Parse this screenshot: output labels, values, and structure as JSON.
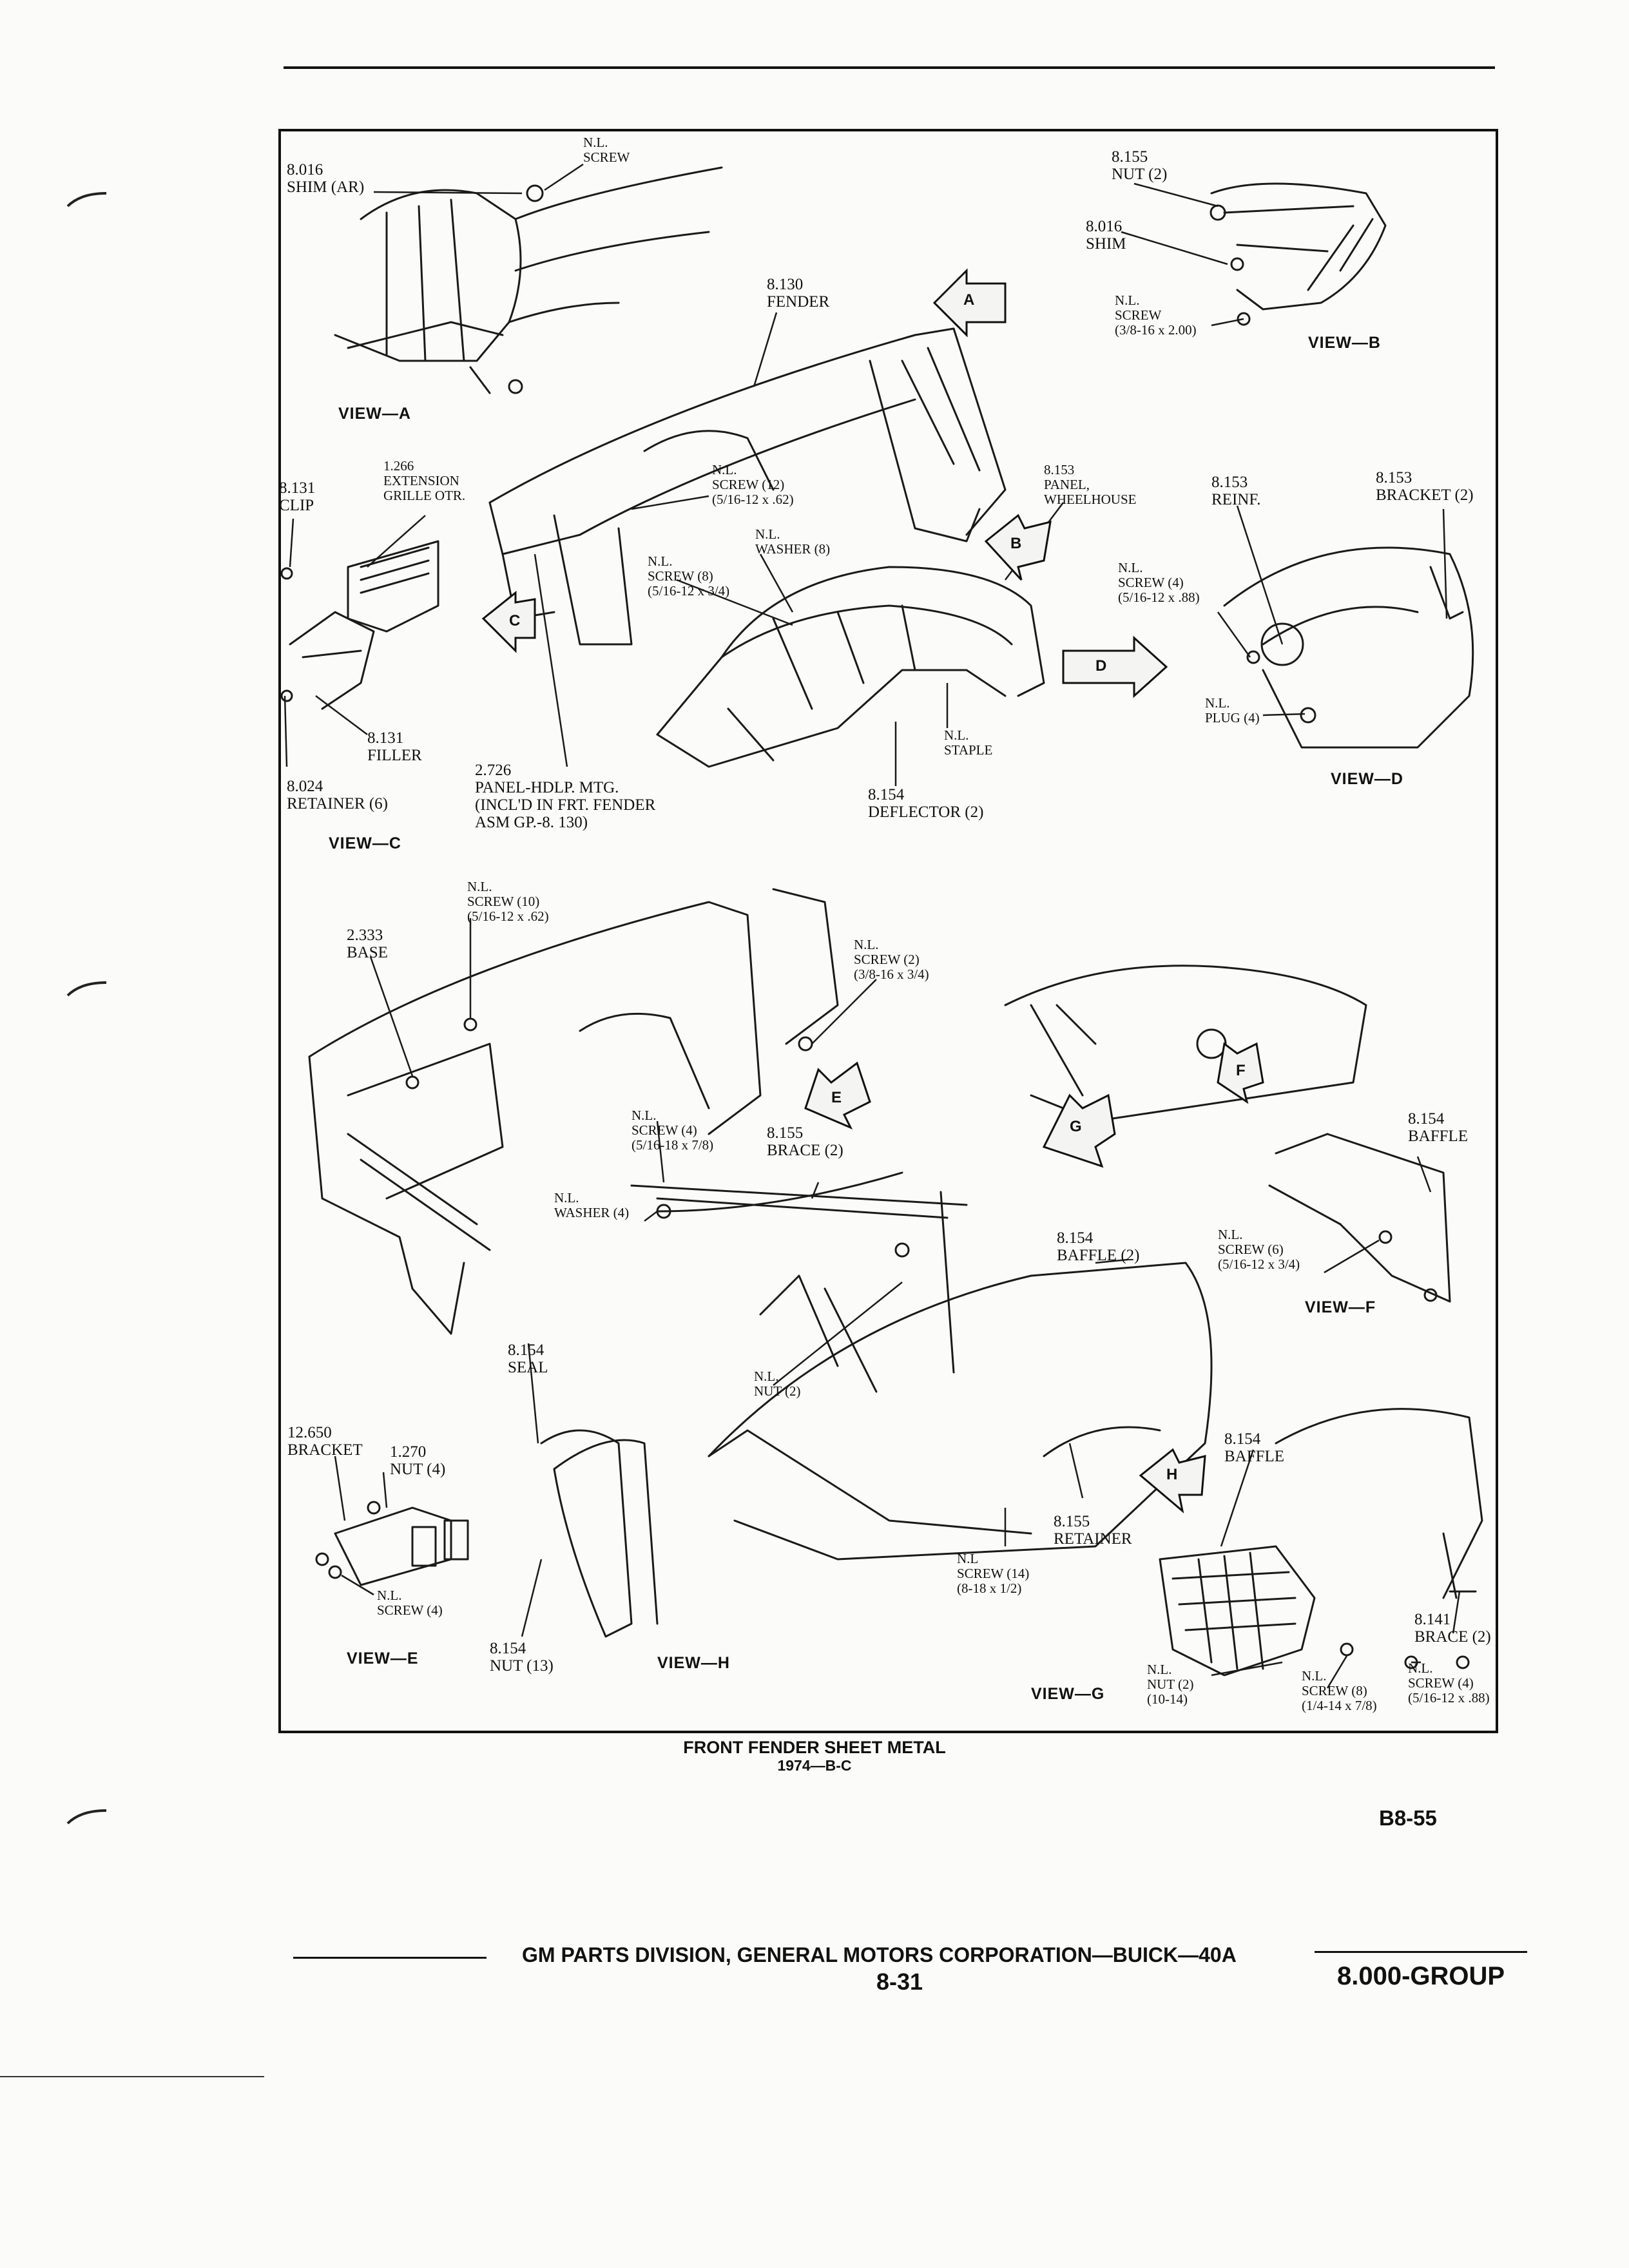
{
  "figure": {
    "title": "FRONT FENDER SHEET METAL",
    "subtitle": "1974—B-C",
    "page_code": "B8-55"
  },
  "footer": {
    "division": "GM PARTS DIVISION, GENERAL MOTORS CORPORATION—BUICK—40A",
    "page": "8-31",
    "group": "8.000-GROUP"
  },
  "views": {
    "a": "VIEW—A",
    "b": "VIEW—B",
    "c": "VIEW—C",
    "d": "VIEW—D",
    "e": "VIEW—E",
    "f": "VIEW—F",
    "g": "VIEW—G",
    "h": "VIEW—H"
  },
  "view_markers": [
    "A",
    "B",
    "C",
    "D",
    "E",
    "F",
    "G",
    "H"
  ],
  "callouts": {
    "shim_ar": "8.016\nSHIM (AR)",
    "nl_screw_a": "N.L.\nSCREW",
    "fender": "8.130\nFENDER",
    "nut_b": "8.155\nNUT (2)",
    "shim_b": "8.016\nSHIM",
    "screw_b": "N.L.\nSCREW\n(3/8-16 x 2.00)",
    "clip": "8.131\nCLIP",
    "extension": "1.266\nEXTENSION\nGRILLE OTR.",
    "screw_12": "N.L.\nSCREW (12)\n(5/16-12 x .62)",
    "washer_8": "N.L.\nWASHER (8)",
    "screw_8": "N.L.\nSCREW (8)\n(5/16-12 x 3/4)",
    "panel_wheelhouse": "8.153\nPANEL,\nWHEELHOUSE",
    "reinf": "8.153\nREINF.",
    "bracket_2_d": "8.153\nBRACKET (2)",
    "screw_4_d": "N.L.\nSCREW (4)\n(5/16-12 x .88)",
    "plug_4": "N.L.\nPLUG (4)",
    "staple": "N.L.\nSTAPLE",
    "filler": "8.131\nFILLER",
    "retainer_6": "8.024\nRETAINER (6)",
    "panel_hdlp": "2.726\nPANEL-HDLP. MTG.\n(INCL'D IN FRT. FENDER\nASM GP.-8. 130)",
    "deflector": "8.154\nDEFLECTOR (2)",
    "screw_10": "N.L.\nSCREW (10)\n(5/16-12 x .62)",
    "base": "2.333\nBASE",
    "screw_2_e": "N.L.\nSCREW (2)\n(3/8-16 x 3/4)",
    "screw_4_mid": "N.L.\nSCREW (4)\n(5/16-18 x 7/8)",
    "brace_2": "8.155\nBRACE (2)",
    "washer_4": "N.L.\nWASHER (4)",
    "baffle_f": "8.154\nBAFFLE",
    "baffle_2": "8.154\nBAFFLE (2)",
    "screw_6_f": "N.L.\nSCREW (6)\n(5/16-12 x 3/4)",
    "seal": "8.154\nSEAL",
    "nut_2_mid": "N.L.\nNUT (2)",
    "bracket_e": "12.650\nBRACKET",
    "nut_4_e": "1.270\nNUT (4)",
    "screw_4_e": "N.L.\nSCREW (4)",
    "baffle_g": "8.154\nBAFFLE",
    "retainer_g": "8.155\nRETAINER",
    "screw_14": "N.L\nSCREW (14)\n(8-18 x 1/2)",
    "brace_g": "8.141\nBRACE (2)",
    "nut_13": "8.154\nNUT (13)",
    "nut_2_g": "N.L.\nNUT (2)\n(10-14)",
    "screw_8_g": "N.L.\nSCREW (8)\n(1/4-14 x 7/8)",
    "screw_4_g": "N.L.\nSCREW (4)\n(5/16-12 x .88)"
  }
}
